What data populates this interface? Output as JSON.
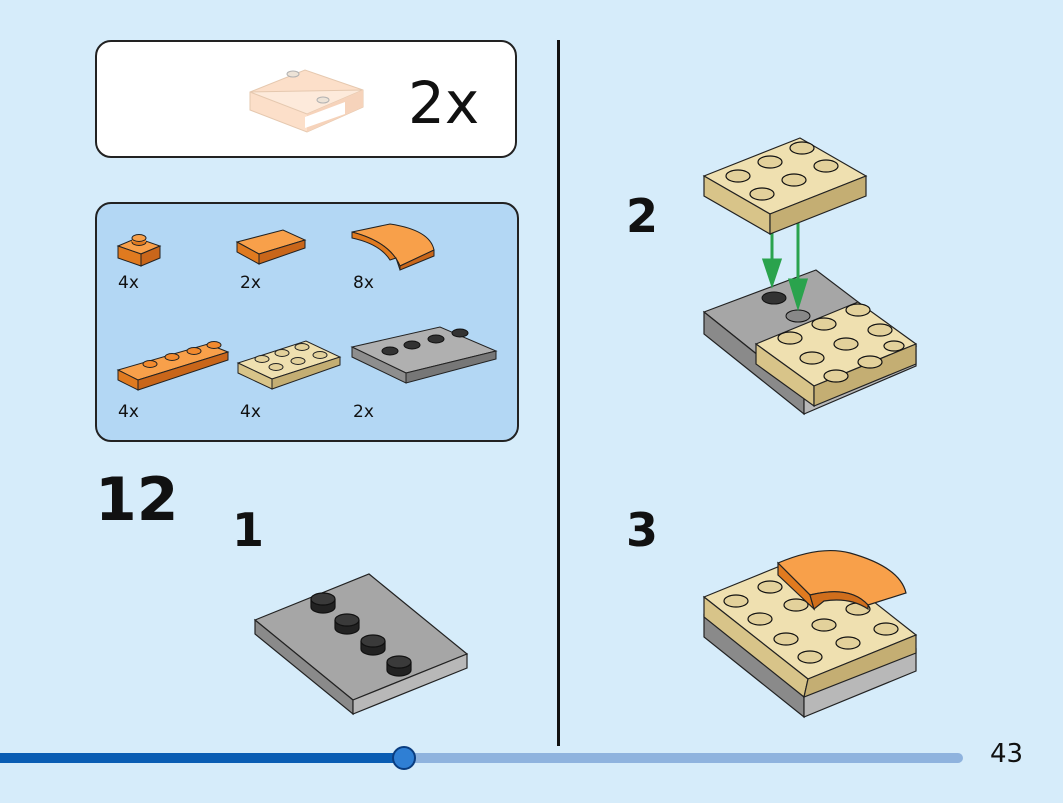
{
  "callout": {
    "multiplier": "2x"
  },
  "parts_list": [
    {
      "count": "4x",
      "icon": "orange-round-plate-icon"
    },
    {
      "count": "2x",
      "icon": "orange-tile-icon"
    },
    {
      "count": "8x",
      "icon": "orange-curved-slope-icon"
    },
    {
      "count": "4x",
      "icon": "orange-plate-1x4-icon"
    },
    {
      "count": "4x",
      "icon": "tan-plate-2x3-icon"
    },
    {
      "count": "2x",
      "icon": "gray-plate-3x4-icon"
    }
  ],
  "steps": {
    "main": "12",
    "sub1": "1",
    "sub2": "2",
    "sub3": "3"
  },
  "progress": {
    "fraction": 0.42
  },
  "page_number": "43",
  "colors": {
    "orange": "#f28a2e",
    "tan": "#e3d19b",
    "gray": "#9c9c9c",
    "arrow": "#2aa34d",
    "background": "#d6ecfa"
  }
}
